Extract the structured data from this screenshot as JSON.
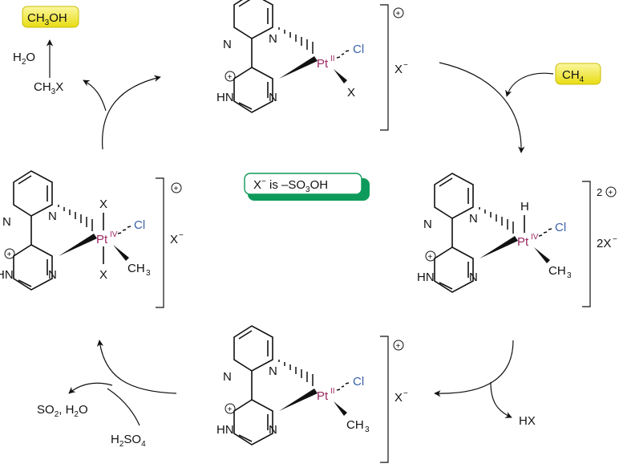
{
  "labels": {
    "ch3oh_main": "CH",
    "ch3oh_sub": "3",
    "ch3oh_end": "OH",
    "water": "H",
    "water_sub": "2",
    "water_end": "O",
    "ch3x": "CH",
    "ch3x_sub": "3",
    "ch3x_end": "X",
    "ch4": "CH",
    "ch4_sub": "4",
    "x_is_a": "X",
    "x_is_sup": "−",
    "x_is_b": " is –SO",
    "x_is_sub": "3",
    "x_is_c": "OH",
    "hx": "HX",
    "so2_a": "SO",
    "so2_sub": "2",
    "so2_b": ", H",
    "so2_sub2": "2",
    "so2_c": "O",
    "h2so4_a": "H",
    "h2so4_sub": "2",
    "h2so4_b": "SO",
    "h2so4_sub2": "4"
  },
  "atoms": {
    "N": "N",
    "HN": "HN",
    "H": "H",
    "Pt": "Pt",
    "Cl": "Cl",
    "X": "X",
    "CH": "CH",
    "three": "3",
    "plus": "+"
  },
  "charges": {
    "top": {
      "ox": "II",
      "anion": "X",
      "anion_sup": "−"
    },
    "right": {
      "ox": "IV",
      "charge": "2",
      "anion": "2X",
      "anion_sup": "−"
    },
    "bottom": {
      "ox": "II",
      "anion": "X",
      "anion_sup": "−"
    },
    "left": {
      "ox": "IV",
      "anion": "X",
      "anion_sup": "−"
    }
  },
  "colors": {
    "highlight_yellow": "#f2ea2c",
    "highlight_green": "#0e9a5a",
    "platinum": "#9c2a64",
    "chlorine": "#3b62a6"
  }
}
